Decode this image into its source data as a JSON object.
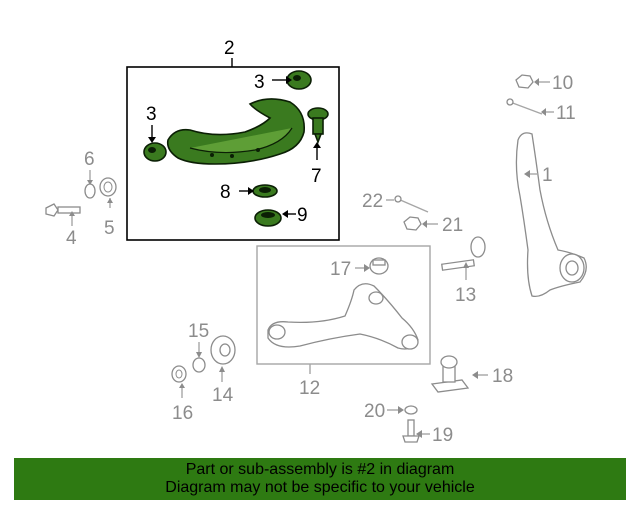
{
  "callouts": {
    "c1": "1",
    "c2": "2",
    "c3a": "3",
    "c3b": "3",
    "c4": "4",
    "c5": "5",
    "c6": "6",
    "c7": "7",
    "c8": "8",
    "c9": "9",
    "c10": "10",
    "c11": "11",
    "c12": "12",
    "c13": "13",
    "c14": "14",
    "c15": "15",
    "c16": "16",
    "c17": "17",
    "c18": "18",
    "c19": "19",
    "c20": "20",
    "c21": "21",
    "c22": "22"
  },
  "highlight_color": "#3a7a1f",
  "banner": {
    "line1": "Part or sub-assembly is #2 in diagram",
    "line2": "Diagram may not be specific to your vehicle",
    "background": "#2e7a12"
  }
}
